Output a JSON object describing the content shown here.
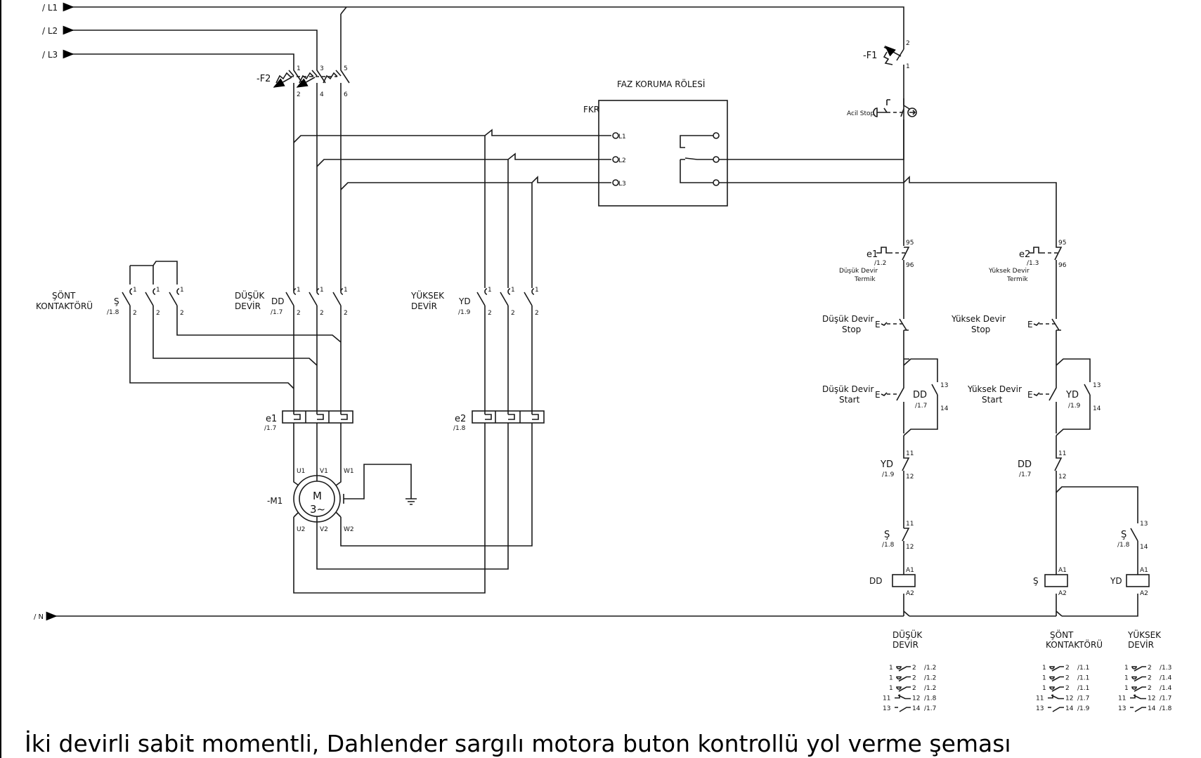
{
  "title": "İki devirli sabit momentli, Dahlender sargılı motora buton kontrollü yol verme şeması",
  "supply": {
    "l1": "/ L1",
    "l2": "/ L2",
    "l3": "/ L3",
    "n": "/ N"
  },
  "f2": {
    "label": "-F2",
    "terminals": [
      "1",
      "2",
      "3",
      "4",
      "5",
      "6"
    ]
  },
  "f1": {
    "label": "-F1",
    "t_top": "2",
    "t_bottom": "1"
  },
  "emergency": {
    "label": "Acil Stop"
  },
  "fkr": {
    "heading": "FAZ KORUMA RÖLESİ",
    "label": "FKR",
    "inputs": [
      "L1",
      "L2",
      "L3"
    ]
  },
  "power": {
    "sont": {
      "group": [
        "ŞÖNT",
        "KONTAKTÖRÜ"
      ],
      "tag": "Ş",
      "ref": "/1.8",
      "t1": "1",
      "t2": "2"
    },
    "dd": {
      "group": [
        "DÜŞÜK",
        "DEVİR"
      ],
      "tag": "DD",
      "ref": "/1.7",
      "t1": "1",
      "t2": "2"
    },
    "yd": {
      "group": [
        "YÜKSEK",
        "DEVİR"
      ],
      "tag": "YD",
      "ref": "/1.9",
      "t1": "1",
      "t2": "2"
    },
    "e1": {
      "tag": "e1",
      "ref": "/1.7"
    },
    "e2": {
      "tag": "e2",
      "ref": "/1.8"
    },
    "motor": {
      "label": "-M1",
      "symbol_top": "M",
      "symbol_bottom": "3~",
      "terminals": [
        "U1",
        "V1",
        "W1",
        "U2",
        "V2",
        "W2"
      ]
    }
  },
  "control": {
    "col1": {
      "thermal": {
        "tag": "e1",
        "ref": "/1.2",
        "desc": [
          "Düşük Devir",
          "Termik"
        ],
        "t1": "95",
        "t2": "96"
      },
      "stop": {
        "label": [
          "Düşük Devir",
          "Stop"
        ],
        "e": "E"
      },
      "start": {
        "label": [
          "Düşük Devir",
          "Start"
        ],
        "e": "E"
      },
      "hold": {
        "tag": "DD",
        "ref": "/1.7",
        "t1": "13",
        "t2": "14"
      },
      "interlock1": {
        "tag": "YD",
        "ref": "/1.9",
        "t1": "11",
        "t2": "12"
      },
      "interlock2": {
        "tag": "Ş",
        "ref": "/1.8",
        "t1": "11",
        "t2": "12"
      },
      "coil": {
        "tag": "DD",
        "a1": "A1",
        "a2": "A2"
      }
    },
    "col2": {
      "thermal": {
        "tag": "e2",
        "ref": "/1.3",
        "desc": [
          "Yüksek Devir",
          "Termik"
        ],
        "t1": "95",
        "t2": "96"
      },
      "stop": {
        "label": [
          "Yüksek Devir",
          "Stop"
        ],
        "e": "E"
      },
      "start": {
        "label": [
          "Yüksek Devir",
          "Start"
        ],
        "e": "E"
      },
      "hold": {
        "tag": "YD",
        "ref": "/1.9",
        "t1": "13",
        "t2": "14"
      },
      "interlock1": {
        "tag": "DD",
        "ref": "/1.7",
        "t1": "11",
        "t2": "12"
      },
      "coil": {
        "tag": "Ş",
        "a1": "A1",
        "a2": "A2"
      }
    },
    "col3": {
      "contact": {
        "tag": "Ş",
        "ref": "/1.8",
        "t1": "13",
        "t2": "14"
      },
      "coil": {
        "tag": "YD",
        "a1": "A1",
        "a2": "A2"
      }
    }
  },
  "xref": [
    {
      "title": [
        "DÜŞÜK",
        "DEVİR"
      ],
      "rows": [
        {
          "a": "1",
          "b": "2",
          "ref": "/1.2"
        },
        {
          "a": "1",
          "b": "2",
          "ref": "/1.2"
        },
        {
          "a": "1",
          "b": "2",
          "ref": "/1.2"
        },
        {
          "a": "11",
          "b": "12",
          "ref": "/1.8"
        },
        {
          "a": "13",
          "b": "14",
          "ref": "/1.7"
        }
      ]
    },
    {
      "title": [
        "ŞÖNT",
        "KONTAKTÖRÜ"
      ],
      "rows": [
        {
          "a": "1",
          "b": "2",
          "ref": "/1.1"
        },
        {
          "a": "1",
          "b": "2",
          "ref": "/1.1"
        },
        {
          "a": "1",
          "b": "2",
          "ref": "/1.1"
        },
        {
          "a": "11",
          "b": "12",
          "ref": "/1.7"
        },
        {
          "a": "13",
          "b": "14",
          "ref": "/1.9"
        }
      ]
    },
    {
      "title": [
        "YÜKSEK",
        "DEVİR"
      ],
      "rows": [
        {
          "a": "1",
          "b": "2",
          "ref": "/1.3"
        },
        {
          "a": "1",
          "b": "2",
          "ref": "/1.4"
        },
        {
          "a": "1",
          "b": "2",
          "ref": "/1.4"
        },
        {
          "a": "11",
          "b": "12",
          "ref": "/1.7"
        },
        {
          "a": "13",
          "b": "14",
          "ref": "/1.8"
        }
      ]
    }
  ]
}
